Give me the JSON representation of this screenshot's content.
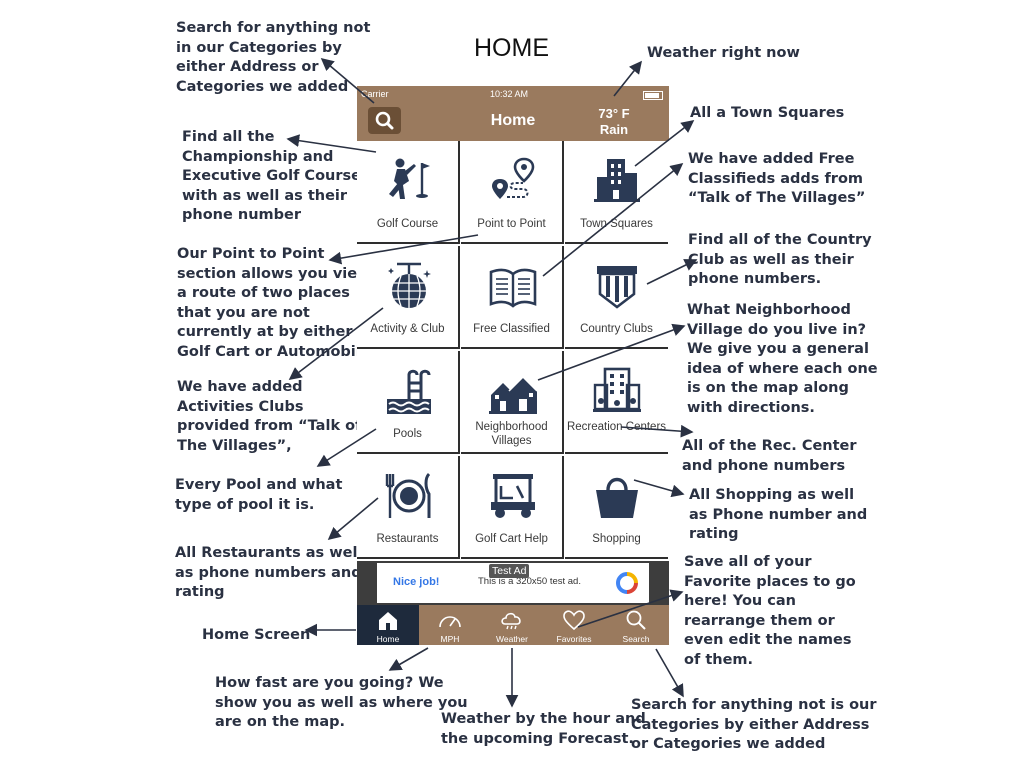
{
  "page_title": "HOME",
  "phone": {
    "status": {
      "carrier": "Carrier",
      "time": "10:32 AM"
    },
    "nav": {
      "title": "Home",
      "weather_temp": "73° F",
      "weather_cond": "Rain",
      "search_icon": "search-icon"
    },
    "tiles": [
      {
        "label": "Golf Course",
        "icon": "golfer-icon"
      },
      {
        "label": "Point to Point",
        "icon": "route-pin-icon"
      },
      {
        "label": "Town Squares",
        "icon": "building-icon"
      },
      {
        "label": "Activity & Club",
        "icon": "disco-ball-icon"
      },
      {
        "label": "Free Classified",
        "icon": "open-book-icon"
      },
      {
        "label": "Country Clubs",
        "icon": "columned-shield-icon"
      },
      {
        "label": "Pools",
        "icon": "pool-ladder-icon"
      },
      {
        "label": "Neighborhood Villages",
        "icon": "houses-icon"
      },
      {
        "label": "Recreation Centers",
        "icon": "rec-center-icon"
      },
      {
        "label": "Restaurants",
        "icon": "plate-utensils-icon"
      },
      {
        "label": "Golf Cart Help",
        "icon": "golf-cart-icon"
      },
      {
        "label": "Shopping",
        "icon": "shopping-bag-icon"
      }
    ],
    "ad": {
      "tag": "Test Ad",
      "headline": "Nice job!",
      "message": "This is a 320x50 test ad."
    },
    "tabs": [
      {
        "label": "Home",
        "icon": "house-icon",
        "active": true
      },
      {
        "label": "MPH",
        "icon": "speedometer-icon",
        "active": false
      },
      {
        "label": "Weather",
        "icon": "cloud-icon",
        "active": false
      },
      {
        "label": "Favorites",
        "icon": "heart-icon",
        "active": false
      },
      {
        "label": "Search",
        "icon": "search-icon",
        "active": false
      }
    ]
  },
  "annotations": {
    "search_top": [
      "Search for anything not",
      "in our Categories by",
      "either Address or",
      "Categories we added"
    ],
    "weather": [
      "Weather right now"
    ],
    "town_squares": [
      "All a Town Squares"
    ],
    "golf": [
      "Find all the",
      "Championship and",
      "Executive Golf Courses",
      "with as well as their",
      "phone number"
    ],
    "classifieds": [
      "We have added Free",
      "Classifieds adds from",
      "“Talk of The Villages”"
    ],
    "point": [
      "Our Point to Point",
      "section allows you view",
      "a route of two places",
      "that you are not",
      "currently at by either",
      "Golf Cart or Automobile"
    ],
    "country": [
      "Find all of the Country",
      "Club as well as their",
      "phone numbers."
    ],
    "neighborhood": [
      "What Neighborhood",
      "Village do you live in?",
      "We give you a general",
      "idea of where each one",
      "is on the map along",
      "with directions."
    ],
    "activities": [
      "We have added",
      "Activities Clubs",
      "provided from “Talk of",
      "The Villages”,"
    ],
    "rec": [
      "All of the Rec. Center",
      "and phone numbers"
    ],
    "pools": [
      "Every Pool and what",
      "type of pool it is."
    ],
    "shopping": [
      "All Shopping as well",
      "as Phone number and",
      "rating"
    ],
    "restaurants": [
      "All Restaurants as well",
      "as phone numbers and",
      "rating"
    ],
    "favorites": [
      "Save all of your",
      "Favorite places to go",
      "here! You can",
      "rearrange them or",
      "even edit the names",
      "of them."
    ],
    "home": [
      "Home Screen"
    ],
    "mph": [
      "How fast are you going? We",
      "show you as well as where you",
      "are on the map."
    ],
    "weather_tab": [
      "Weather by the hour and",
      "the upcoming Forecast."
    ],
    "search_bottom": [
      "Search for anything not is our",
      "Categories by either Address",
      "or Categories we added"
    ]
  }
}
